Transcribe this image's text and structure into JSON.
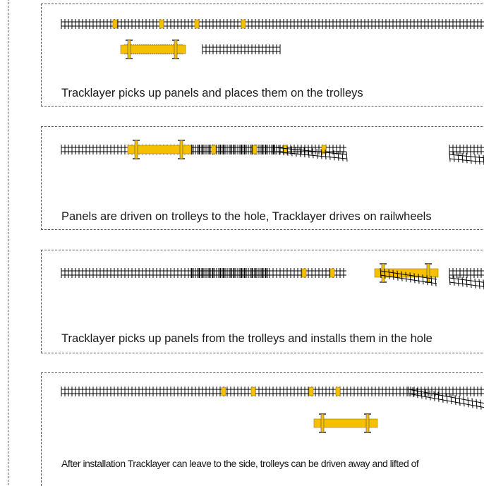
{
  "steps": [
    {
      "caption": "Tracklayer picks up panels and places them on the trolleys"
    },
    {
      "caption": "Panels are driven on trolleys to the hole, Tracklayer drives on railwheels"
    },
    {
      "caption": "Tracklayer picks up panels from the trolleys and installs them in the hole"
    },
    {
      "caption": "After installation Tracklayer can leave to the side, trolleys can be driven away and lifted of"
    }
  ],
  "colors": {
    "track": "#000000",
    "machine": "#f5c000",
    "machine_outline": "#a07a00",
    "frame": "#555555"
  }
}
